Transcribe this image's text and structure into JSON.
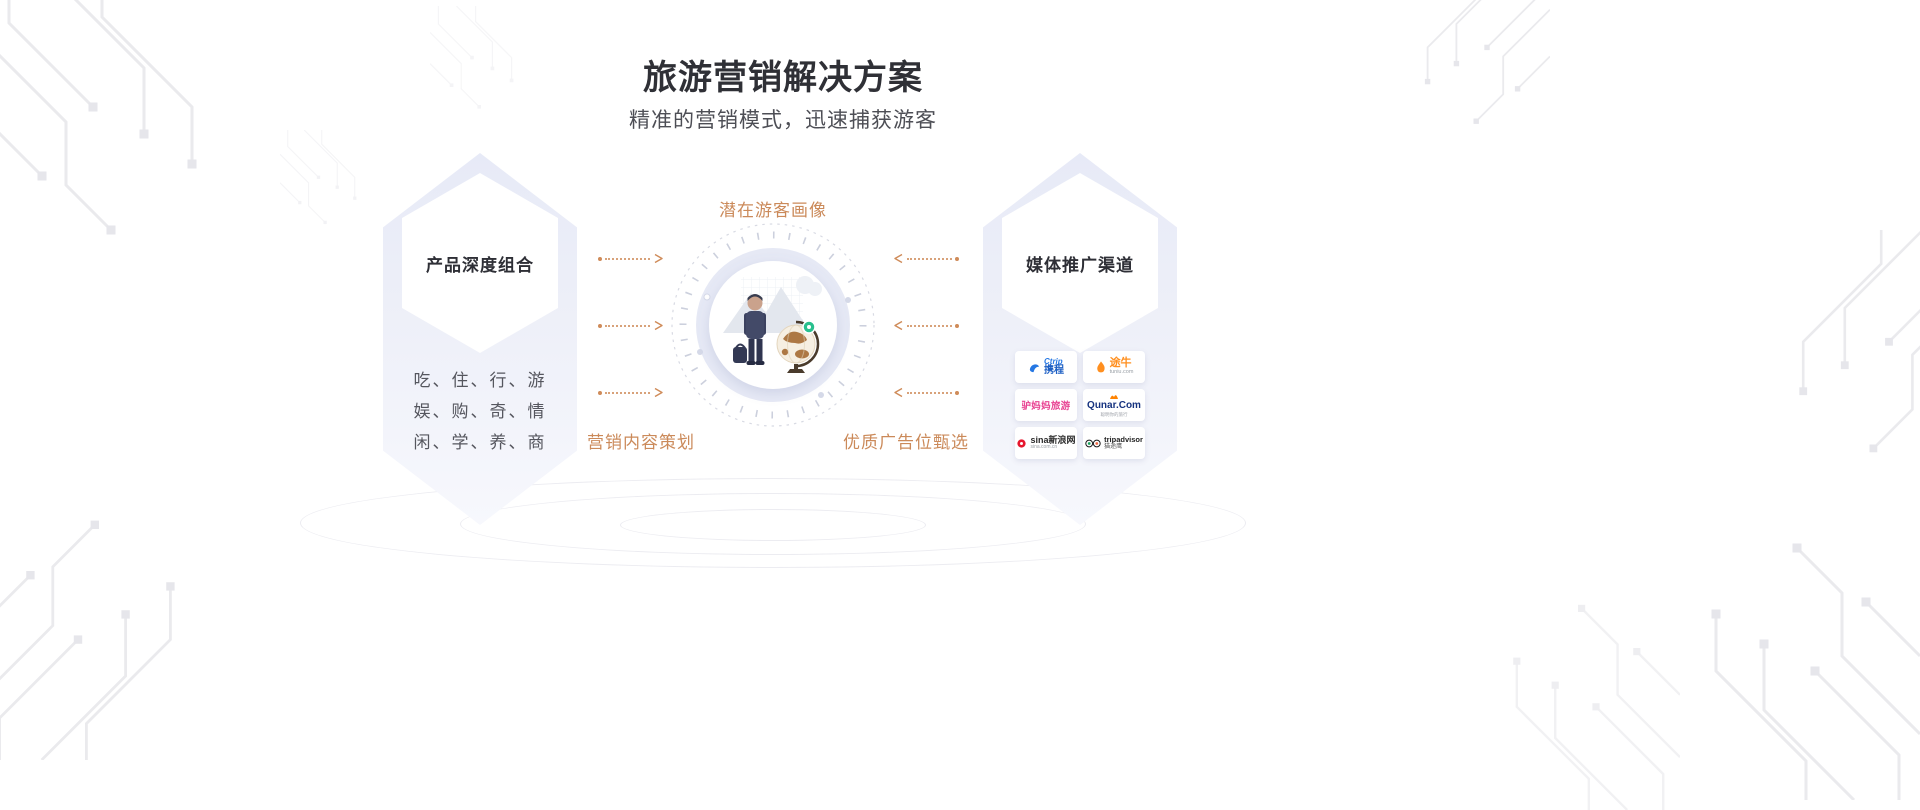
{
  "header": {
    "title": "旅游营销解决方案",
    "subtitle": "精准的营销模式，迅速捕获游客"
  },
  "left_card": {
    "title": "产品深度组合",
    "lines": [
      "吃、住、行、游",
      "娱、购、奇、情",
      "闲、学、养、商"
    ]
  },
  "center": {
    "top_label": "潜在游客画像",
    "bottom_left_label": "营销内容策划",
    "bottom_right_label": "优质广告位甄选"
  },
  "right_card": {
    "title": "媒体推广渠道",
    "logos": [
      {
        "id": "ctrip",
        "line1": "Ctrip",
        "line2": "携程"
      },
      {
        "id": "tuniu",
        "line1": "途牛",
        "line2": "tuniu.com"
      },
      {
        "id": "lvmama",
        "line1": "驴妈妈旅游",
        "line2": ""
      },
      {
        "id": "qunar",
        "line1": "Qunar.Com",
        "line2": "聪明你的旅行"
      },
      {
        "id": "sina",
        "line1": "sina新浪网",
        "line2": "sina.com.cn"
      },
      {
        "id": "tripadvisor",
        "line1": "tripadvisor",
        "line2": "猫途鹰"
      }
    ]
  },
  "colors": {
    "accent_orange": "#cf8b59",
    "hex_fill_light": "#e7eaf7",
    "title_dark": "#2f3036"
  }
}
